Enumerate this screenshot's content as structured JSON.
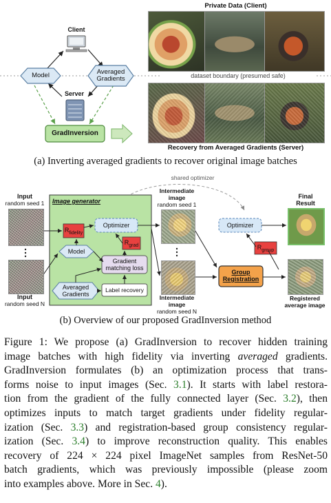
{
  "figure_a": {
    "private_data_title": "Private Data (Client)",
    "recovery_title": "Recovery from Averaged Gradients (Server)",
    "boundary_label": "dataset boundary (presumed safe)",
    "client_label": "Client",
    "model_label": "Model",
    "averaged_gradients_label_1": "Averaged",
    "averaged_gradients_label_2": "Gradients",
    "server_label": "Server",
    "gradinversion_label": "GradInversion",
    "caption": "(a) Inverting averaged gradients to recover original image batches"
  },
  "figure_b": {
    "shared_optimizer_label": "shared optimizer",
    "input_top_1": "Input",
    "input_top_2": "random seed 1",
    "input_bottom_1": "Input",
    "input_bottom_2": "random seed N",
    "image_generator_label": "Image generator",
    "r_fidelity_main": "R",
    "r_fidelity_sub": "fidelity",
    "optimizer_label": "Optimizer",
    "r_grad_main": "R",
    "r_grad_sub": "grad",
    "model_label": "Model",
    "gradient_matching_1": "Gradient",
    "gradient_matching_2": "matching loss",
    "averaged_gradients_1": "Averaged",
    "averaged_gradients_2": "Gradients",
    "label_recovery": "Label recovery",
    "intermediate_top_1": "Intermediate",
    "intermediate_top_2": "image",
    "intermediate_top_3": "random seed 1",
    "intermediate_bottom_1": "Intermediate",
    "intermediate_bottom_2": "image",
    "intermediate_bottom_3": "random seed N",
    "optimizer2_label": "Optimizer",
    "r_group_main": "R",
    "r_group_sub": "group",
    "group_registration_1": "Group",
    "group_registration_2": "Registration",
    "final_result_1": "Final",
    "final_result_2": "Result",
    "registered_1": "Registered",
    "registered_2": "average image",
    "caption": "(b) Overview of our proposed GradInversion method"
  },
  "body": {
    "lines": [
      "Figure 1: We propose (a) GradInversion to recover hidden training",
      "image batches with high fidelity via inverting |averaged| gradients.",
      "GradInversion formulates (b) an optimization process that trans-",
      "forms noise to input images (Sec. {3.1}). It starts with label restora-",
      "tion from the gradient of the fully connected layer (Sec. {3.2}), then",
      "optimizes inputs to match target gradients under fidelity regular-",
      "ization (Sec. {3.3}) and registration-based group consistency regular-",
      "ization (Sec. {3.4}) to improve reconstruction quality. This enables",
      "recovery of 224 × 224 pixel ImageNet samples from ResNet-50",
      "batch gradients, which was previously impossible (please zoom",
      "into examples above. More in Sec. {4})."
    ]
  },
  "colors": {
    "generator_green": "#b9e3a4",
    "red_block": "#e8413f",
    "group_orange": "#f4a24a",
    "optimizer_blue": "#d7e8f7",
    "link_green": "#2a7d2a"
  }
}
